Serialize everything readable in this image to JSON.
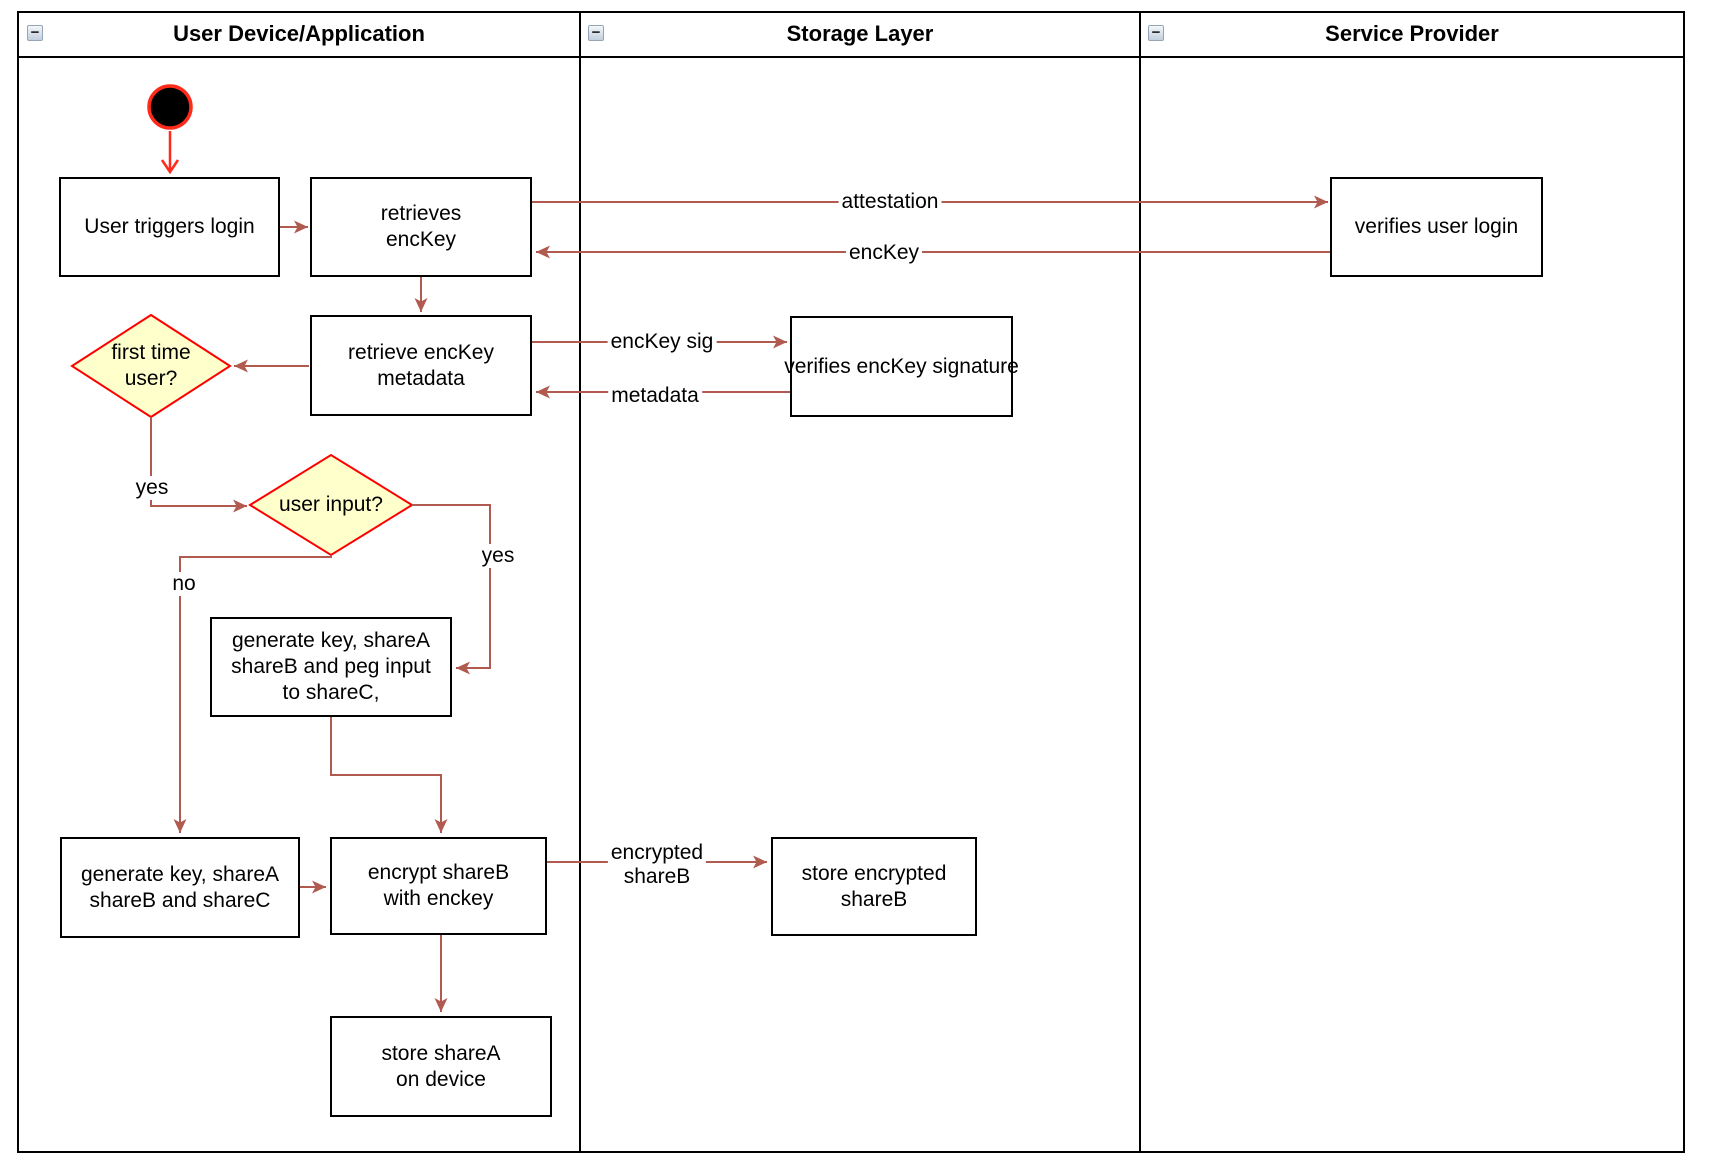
{
  "colors": {
    "arrow": "#B05A50",
    "start_arrow": "#FF2A1A",
    "diamond_fill": "#FFFFCC",
    "diamond_border": "#FF0000",
    "node_border": "#000000",
    "lane_border": "#000000"
  },
  "icons": {
    "collapse_minus": "−"
  },
  "lanes": [
    {
      "title": "User Device/Application"
    },
    {
      "title": "Storage Layer"
    },
    {
      "title": "Service Provider"
    }
  ],
  "nodes": {
    "user_triggers_login": "User triggers login",
    "retrieves_enckey": "retrieves\nencKey",
    "retrieve_enckey_metadata": "retrieve encKey\nmetadata",
    "verifies_user_login": "verifies user login",
    "verifies_enckey_signature": "verifies encKey signature",
    "first_time_user": "first time\nuser?",
    "user_input": "user input?",
    "generate_peg": "generate key, shareA\nshareB and peg input\nto shareC,",
    "generate_shares": "generate key, shareA\nshareB and shareC",
    "encrypt_shareb": "encrypt shareB\nwith enckey",
    "store_encrypted_shareb": "store encrypted\nshareB",
    "store_sharea": "store shareA\non device"
  },
  "edge_labels": {
    "attestation": "attestation",
    "enckey": "encKey",
    "enckey_sig": "encKey sig",
    "metadata": "metadata",
    "yes_first_time": "yes",
    "no_user_input": "no",
    "yes_user_input": "yes",
    "encrypted_shareb": "encrypted\nshareB"
  }
}
